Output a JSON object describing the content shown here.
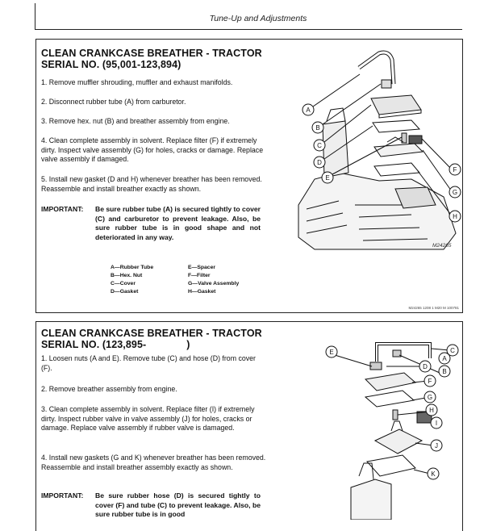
{
  "header": {
    "title": "Tune-Up and Adjustments"
  },
  "section1": {
    "title_line1": "CLEAN CRANKCASE BREATHER - TRACTOR",
    "title_line2": "SERIAL NO. (95,001-123,894)",
    "steps": [
      "1. Remove muffler shrouding, muffler and exhaust manifolds.",
      "2. Disconnect rubber tube (A) from carburetor.",
      "3. Remove hex. nut (B) and breather assembly from engine.",
      "4. Clean complete assembly in solvent. Replace filter (F) if extremely dirty. Inspect valve assembly (G) for holes, cracks or damage. Replace valve assembly if damaged.",
      "5. Install new gasket (D and H) whenever breather has been removed. Reassemble and install breather exactly as shown."
    ],
    "important_label": "IMPORTANT:",
    "important_text": "Be sure rubber tube (A) is secured tightly to cover (C) and carburetor to prevent leakage. Also, be sure rubber tube is in good shape and not deteriorated in any way.",
    "legend_left": [
      "A—Rubber Tube",
      "B—Hex. Nut",
      "C—Cover",
      "D—Gasket"
    ],
    "legend_right": [
      "E—Spacer",
      "F—Filter",
      "G—Valve Assembly",
      "H—Gasket"
    ],
    "figure_id": "M24265",
    "ref_code": "M24265 1208 1 M20 M 100781",
    "callouts": [
      "A",
      "B",
      "C",
      "D",
      "E",
      "F",
      "G",
      "H"
    ]
  },
  "section2": {
    "title_line1": "CLEAN CRANKCASE BREATHER - TRACTOR",
    "title_line2": "SERIAL NO. (123,895-              )",
    "steps": [
      "1. Loosen nuts (A and E). Remove tube (C) and hose (D) from cover (F).",
      "2. Remove breather assembly from engine.",
      "3. Clean complete assembly in solvent. Replace filter (I) if extremely dirty. Inspect rubber valve in valve assembly (J) for holes, cracks or damage. Replace valve assembly if rubber valve is damaged.",
      "4. Install new gaskets (G and K) whenever breather has been removed. Reassemble and install breather assembly exactly as shown."
    ],
    "important_label": "IMPORTANT:",
    "important_text": "Be sure rubber hose (D) is secured tightly to cover (F) and tube (C) to prevent leakage. Also, be sure rubber tube is in good",
    "callouts": [
      "A",
      "B",
      "C",
      "D",
      "E",
      "F",
      "G",
      "H",
      "I",
      "J",
      "K"
    ]
  }
}
